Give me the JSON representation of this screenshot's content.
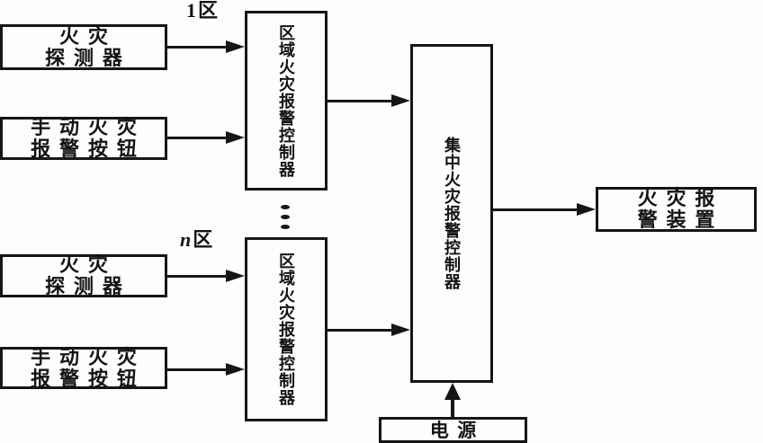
{
  "colors": {
    "ink": "#161616",
    "paper": "#fdfdfd"
  },
  "icons": {
    "arrow": "solid-right-arrow",
    "power_arrow": "solid-up-arrow",
    "continuation": "vertical-ellipsis"
  },
  "zones": [
    {
      "label_num": "1",
      "label_suffix": "区",
      "detector": {
        "line1": "火灾",
        "line2": "探测器"
      },
      "manual": {
        "line1": "手动火灾",
        "line2": "报警按钮"
      },
      "controller": "区域火灾报警控制器"
    },
    {
      "label_num": "n",
      "label_suffix": "区",
      "detector": {
        "line1": "火灾",
        "line2": "探测器"
      },
      "manual": {
        "line1": "手动火灾",
        "line2": "报警按钮"
      },
      "controller": "区域火灾报警控制器"
    }
  ],
  "central_controller": "集中火灾报警控制器",
  "alarm_device": {
    "line1": "火灾报",
    "line2": "警装置"
  },
  "power": "电源"
}
